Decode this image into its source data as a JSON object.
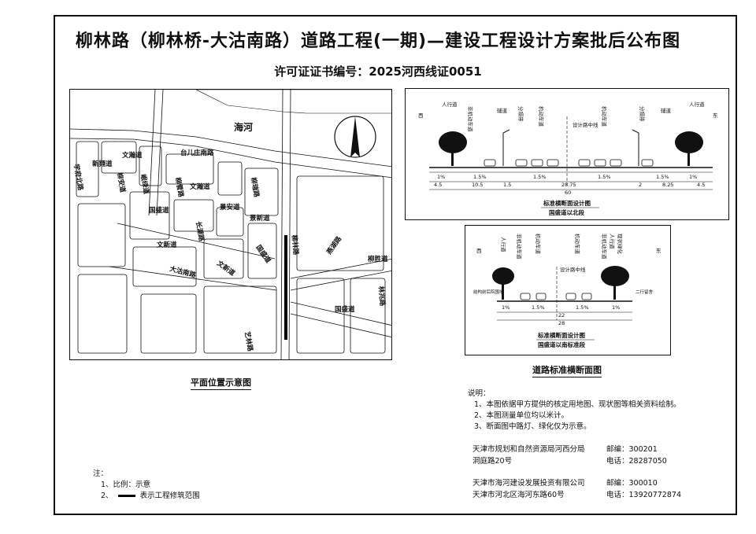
{
  "title": "柳林路（柳林桥-大沽南路）道路工程(一期)—建设工程设计方案批后公布图",
  "permit": "许可证证书编号：2025河西线证0051",
  "map": {
    "caption": "平面位置示意图",
    "labels": {
      "haihe": "海河",
      "taierzhuang": "台儿庄南路",
      "xuefubei": "学府北路",
      "xinzhu": "新翙道",
      "wenhan1": "文瀚道",
      "liuan": "柳安道",
      "heyuan": "岷绿道",
      "liuyu": "柳菅路",
      "wenhan2": "文瀚道",
      "liurui": "柳瑞路",
      "guoying1": "国盛道",
      "jingan": "景安道",
      "jingxin": "景新道",
      "changnan": "长湖路",
      "wenxin1": "文新道",
      "guoying2": "国盛道",
      "liulin": "柳林路",
      "yinhu": "燕湖路",
      "liusheng": "柳胜道",
      "dagunan": "大沽南路",
      "wenxin2": "文新道",
      "linzhao": "林兆路",
      "guoying3": "国盛道",
      "yilin": "艺林路"
    }
  },
  "xsec1": {
    "labels": {
      "west": "西",
      "east": "东",
      "ped_l": "人行道",
      "nm_l": "非机动车道",
      "aux_l": "辅道",
      "div_l": "分隔带",
      "mv_l": "机动车道",
      "mv_r": "机动车道",
      "div_r": "分隔带",
      "aux_r": "辅道",
      "ped_r": "人行道",
      "center": "设计路中线"
    },
    "slopes": [
      "1%",
      "1.5%",
      "1.5%",
      "1.5%",
      "1.5%",
      "1%"
    ],
    "dims": [
      "4.5",
      "10.5",
      "1.5",
      "28.75",
      "2",
      "8.25",
      "4.5"
    ],
    "total": "60",
    "name": "标准横断面设计图",
    "sub": "国盛道以北段"
  },
  "xsec2": {
    "labels": {
      "west": "西",
      "east": "东",
      "ped_l": "人行道",
      "nm_l": "非机动车道",
      "mv_l": "机动车道",
      "mv_r": "机动车道",
      "nm_r": "非机动车道",
      "ped_r": "人行道",
      "green": "现状绿化",
      "center": "设计路中线",
      "rail": "结构前后院围墙",
      "rail_r": "二行留舍"
    },
    "slopes": [
      "1%",
      "1.5%",
      "1.5%",
      "1%"
    ],
    "inner": "22",
    "total": "28",
    "name": "标准横断面设计图",
    "sub": "国盛道以南标准段"
  },
  "xsec_caption": "道路标准横断面图",
  "notes": {
    "heading": "说明：",
    "items": [
      "1、本图依据甲方提供的核定用地图、现状图等相关资料绘制。",
      "2、本图测量单位均以米计。",
      "3、断面图中路灯、绿化仅为示意。"
    ]
  },
  "contacts": [
    {
      "org": "天津市规划和自然资源局河西分局",
      "addr": "洞庭路20号",
      "post": "邮编：300201",
      "tel": "电话：28287050"
    },
    {
      "org": "天津市海河建设发展投资有限公司",
      "addr": "天津市河北区海河东路60号",
      "post": "邮编：300010",
      "tel": "电话：13920772874"
    }
  ],
  "legend": {
    "heading": "注：",
    "item1": "1、比例：示意",
    "item2_prefix": "2、",
    "item2": "表示工程修筑范围"
  }
}
